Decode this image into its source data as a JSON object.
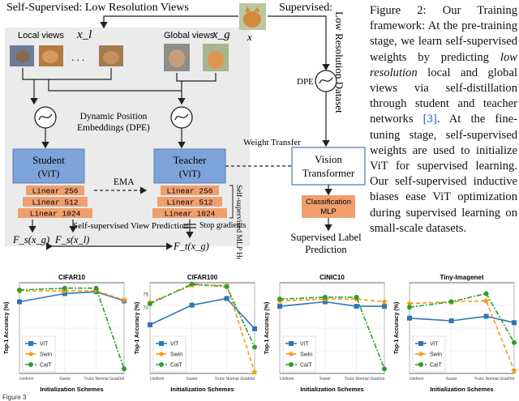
{
  "diagram": {
    "self_supervised_title": "Self-Supervised: Low Resolution Views",
    "supervised_title": "Supervised:",
    "x_label": "x",
    "local_views_label": "Local views",
    "local_views_symbol": "x_l",
    "global_views_label": "Global views",
    "global_views_symbol": "x_g",
    "ellipsis": ". . .",
    "dpe_label_line1": "Dynamic Position",
    "dpe_label_line2": "Embeddings (DPE)",
    "student_title": "Student",
    "student_sub": "(ViT)",
    "teacher_title": "Teacher",
    "teacher_sub": "(ViT)",
    "linear_layers": [
      "Linear 256",
      "Linear 512",
      "Linear 1024"
    ],
    "ema_label": "EMA",
    "mlp_head_label": "Self-supervised MLP Head",
    "weight_transfer_label": "Weight Transfer",
    "stop_gradients_label": "Stop gradients",
    "view_prediction_label": "Self-supervised View Prediction",
    "fs_xg": "F_s(x_g)",
    "fs_xl": "F_s(x_l)",
    "ft_xg": "F_t(x_g)",
    "low_res_dataset_label": "Low Resolution Dataset",
    "dpe_short": "DPE",
    "vision_transformer_line1": "Vision",
    "vision_transformer_line2": "Transformer",
    "classification_line1": "Classification",
    "classification_line2": "MLP",
    "supervised_pred_line1": "Supervised Label",
    "supervised_pred_line2": "Prediction",
    "colors": {
      "blue_box": "#7ea3d8",
      "orange_box": "#ef9f6e",
      "gray_bg": "#ebebeb"
    }
  },
  "caption": {
    "label": "Figure 2:",
    "text_1": "Our Training framework: At the pre-training stage, we learn self-supervised weights by predicting",
    "italic": "low resolution",
    "text_2": "local and global views via self-distillation through student and teacher networks",
    "ref": "[3]",
    "text_3": ". At the fine-tuning stage, self-supervised weights are used to initialize ViT for supervised learning. Our self-supervised inductive biases ease ViT optimization during supervised learning on small-scale datasets."
  },
  "bottom_caption_fragment": "Figure 3",
  "chart_data": [
    {
      "type": "line",
      "title": "CIFAR10",
      "xlabel": "Initialization Schemes",
      "ylabel": "Top-1 Accuracy (%)",
      "categories": [
        "Uniform",
        "Xavier",
        "Trunc Normal",
        "GradInit"
      ],
      "x": [
        0,
        1.3,
        2.2,
        3.0
      ],
      "yticks": [],
      "ylim": [
        0,
        100
      ],
      "series": [
        {
          "name": "ViT",
          "color": "#2e75b6",
          "marker": "square",
          "values": [
            79,
            88,
            90,
            80
          ]
        },
        {
          "name": "Swin",
          "color": "#f39c12",
          "marker": "star",
          "values": [
            91,
            91,
            91,
            81
          ]
        },
        {
          "name": "CaiT",
          "color": "#2ca02c",
          "marker": "circle",
          "values": [
            92,
            94,
            94,
            5
          ]
        }
      ]
    },
    {
      "type": "line",
      "title": "CIFAR100",
      "xlabel": "Initialization Schemes",
      "ylabel": "Top-1 Accuracy (%)",
      "categories": [
        "Uniform",
        "Xavier",
        "Trunc Normal",
        "GradInit"
      ],
      "x": [
        0,
        1.2,
        2.2,
        3.0
      ],
      "yticks": [
        70,
        75
      ],
      "ylim": [
        45,
        79.5
      ],
      "series": [
        {
          "name": "ViT",
          "color": "#2e75b6",
          "marker": "square",
          "values": [
            63.5,
            71,
            73.5,
            62
          ]
        },
        {
          "name": "Swin",
          "color": "#f39c12",
          "marker": "star",
          "values": [
            72,
            78.5,
            78.5,
            45.5
          ]
        },
        {
          "name": "CaiT",
          "color": "#2ca02c",
          "marker": "circle",
          "values": [
            71.5,
            79,
            78,
            55
          ]
        }
      ]
    },
    {
      "type": "line",
      "title": "CINIC10",
      "xlabel": "Initialization Schemes",
      "ylabel": "Top-1 Accuracy (%)",
      "categories": [
        "Uniform",
        "Xavier",
        "Trunc Normal",
        "GradInit"
      ],
      "x": [
        0,
        1.3,
        2.2,
        3.0
      ],
      "yticks": [],
      "ylim": [
        0,
        100
      ],
      "series": [
        {
          "name": "ViT",
          "color": "#2e75b6",
          "marker": "square",
          "values": [
            74,
            79,
            74,
            74
          ]
        },
        {
          "name": "Swin",
          "color": "#f39c12",
          "marker": "star",
          "values": [
            80,
            82,
            82,
            79
          ]
        },
        {
          "name": "CaiT",
          "color": "#2ca02c",
          "marker": "circle",
          "values": [
            82,
            84,
            84,
            5
          ]
        }
      ]
    },
    {
      "type": "line",
      "title": "Tiny-Imagenet",
      "xlabel": "Initialization Schemes",
      "ylabel": "Top-1 Accuracy (%)",
      "categories": [
        "Uniform",
        "Xavier",
        "Trunc Normal",
        "GradInit"
      ],
      "x": [
        0,
        1.2,
        2.2,
        3.0
      ],
      "yticks": [],
      "ylim": [
        0,
        100
      ],
      "series": [
        {
          "name": "ViT",
          "color": "#2e75b6",
          "marker": "square",
          "values": [
            61,
            58,
            63,
            56
          ]
        },
        {
          "name": "Swin",
          "color": "#f39c12",
          "marker": "star",
          "values": [
            77,
            79,
            80,
            3
          ]
        },
        {
          "name": "CaiT",
          "color": "#2ca02c",
          "marker": "circle",
          "values": [
            73,
            79,
            88,
            34
          ]
        }
      ]
    }
  ]
}
